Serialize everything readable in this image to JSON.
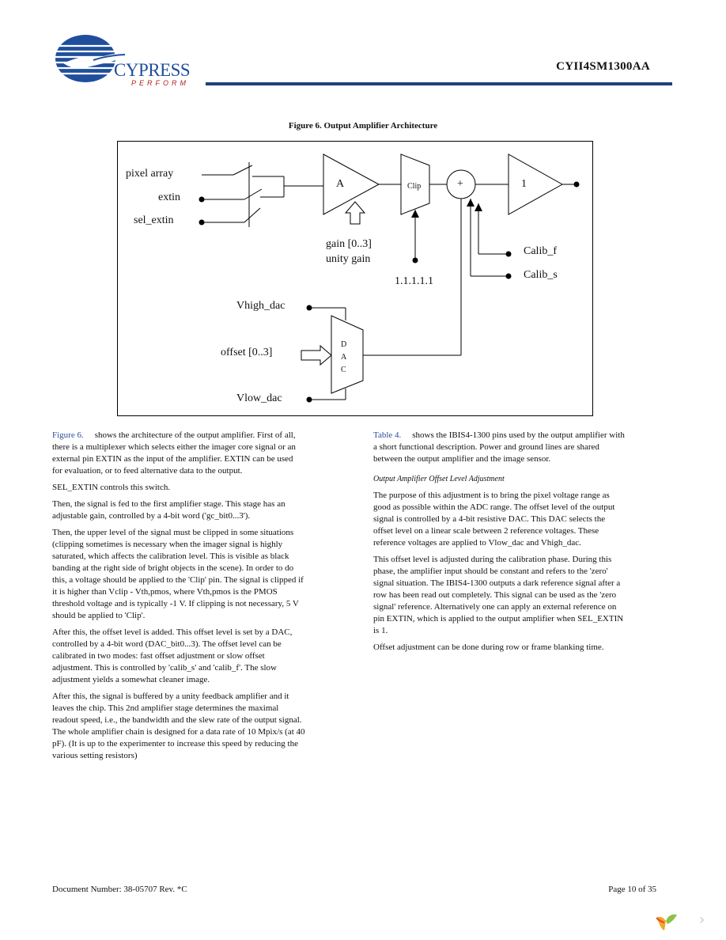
{
  "brand": {
    "name": "CYPRESS",
    "tagline": "PERFORM",
    "logo_color": "#1f4e9c",
    "tagline_color": "#b01e23"
  },
  "header": {
    "part_number": "CYII4SM1300AA"
  },
  "figure": {
    "caption": "Figure 6.   Output Amplifier Architecture",
    "labels": {
      "pixel_array": "pixel array",
      "extin": "extin",
      "sel_extin": "sel_extin",
      "amp_a": "A",
      "clip": "Clip",
      "plus": "+",
      "unity": "1",
      "gain": "gain [0..3]",
      "unity_gain": "unity gain",
      "clip_value": "1.1.1.1.1",
      "calib_f": "Calib_f",
      "calib_s": "Calib_s",
      "vhigh": "Vhigh_dac",
      "offset": "offset [0..3]",
      "vlow": "Vlow_dac",
      "dac_d": "D",
      "dac_a": "A",
      "dac_c": "C"
    }
  },
  "left_column": {
    "p1_ref": "Figure 6.",
    "p1": "shows the architecture of the output amplifier. First of all, there is a multiplexer which selects either the imager core signal or an external pin EXTIN as the input of the amplifier. EXTIN can be used for evaluation, or to feed alternative data to the output.",
    "p2": "SEL_EXTIN controls this switch.",
    "p3": "Then, the signal is fed to the first amplifier stage. This stage has an adjustable gain, controlled by a 4-bit word ('gc_bit0...3').",
    "p4": "Then, the upper level of the signal must be clipped in some situations (clipping sometimes is necessary when the imager signal is highly saturated, which affects the calibration level. This is visible as black banding at the right side of bright objects in the scene). In order to do this, a voltage should be applied to the 'Clip' pin. The signal is clipped if it is higher than Vclip - Vth,pmos, where Vth,pmos is the PMOS threshold voltage and is typically -1 V. If clipping is not necessary, 5 V should be applied to 'Clip'.",
    "p5": "After this, the offset level is added. This offset level is set by a DAC, controlled by a 4-bit word (DAC_bit0...3). The offset level can be calibrated in two modes: fast offset adjustment or slow offset adjustment. This is controlled by 'calib_s' and 'calib_f'. The slow adjustment yields a somewhat cleaner image.",
    "p6": "After this, the signal is buffered by a unity feedback amplifier and it leaves the chip. This 2nd amplifier stage determines the maximal readout speed, i.e., the bandwidth and the slew rate of the output signal. The whole amplifier chain is designed for a data rate of 10 Mpix/s (at 40 pF). (It is up to the experimenter to increase this speed by reducing the various setting resistors)"
  },
  "right_column": {
    "p1_ref": "Table 4.",
    "p1": "shows the IBIS4-1300 pins used by the output amplifier with a short functional description. Power and ground lines are shared between the output amplifier and the image sensor.",
    "subheading": "Output Amplifier Offset Level Adjustment",
    "p2": "The purpose of this adjustment is to bring the pixel voltage range as good as possible within the ADC range. The offset level of the output signal is controlled by a 4-bit resistive DAC. This DAC selects the offset level on a linear scale between 2 reference voltages. These reference voltages are applied to Vlow_dac and Vhigh_dac.",
    "p3": "This offset level is adjusted during the calibration phase. During this phase, the amplifier input should be constant and refers to the 'zero' signal situation. The IBIS4-1300 outputs a dark reference signal after a row has been read out completely. This signal can be used as the 'zero signal' reference. Alternatively one can apply an external reference on pin EXTIN, which is applied to the output amplifier when SEL_EXTIN is 1.",
    "p4": "Offset adjustment can be done during row or frame blanking time."
  },
  "footer": {
    "document_number": "Document Number: 38-05707  Rev. *C",
    "page": "Page 10 of 35"
  },
  "viewer": {
    "next_glyph": "›"
  },
  "colors": {
    "header_rule": "#1f3f7f",
    "link": "#2a4f9c"
  }
}
